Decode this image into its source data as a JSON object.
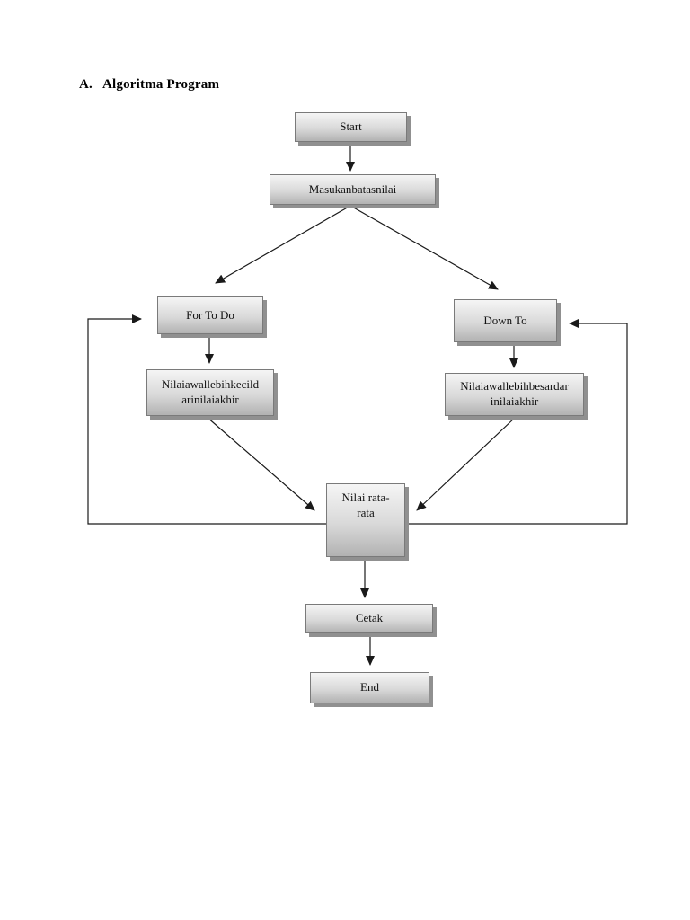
{
  "heading": {
    "numbering": "A.",
    "text": "Algoritma Program"
  },
  "flowchart": {
    "nodes": [
      {
        "id": "start",
        "lines": [
          "Start"
        ]
      },
      {
        "id": "masukan-batas-nilai",
        "lines": [
          "Masukanbatasnilai"
        ]
      },
      {
        "id": "for-to-do",
        "lines": [
          "For To Do"
        ]
      },
      {
        "id": "down-to",
        "lines": [
          "Down To"
        ]
      },
      {
        "id": "nilai-awal-lebih-kecil",
        "lines": [
          "Nilaiawallebihkecild",
          "arinilaiakhir"
        ]
      },
      {
        "id": "nilai-awal-lebih-besar",
        "lines": [
          "Nilaiawallebihbesardar",
          "inilaiakhir"
        ]
      },
      {
        "id": "nilai-rata-rata",
        "lines": [
          "Nilai rata-",
          "rata"
        ]
      },
      {
        "id": "cetak",
        "lines": [
          "Cetak"
        ]
      },
      {
        "id": "end",
        "lines": [
          "End"
        ]
      }
    ],
    "edges": [
      {
        "from": "start",
        "to": "masukan-batas-nilai",
        "type": "straight"
      },
      {
        "from": "masukan-batas-nilai",
        "to": "for-to-do",
        "type": "diagonal"
      },
      {
        "from": "masukan-batas-nilai",
        "to": "down-to",
        "type": "diagonal"
      },
      {
        "from": "for-to-do",
        "to": "nilai-awal-lebih-kecil",
        "type": "straight"
      },
      {
        "from": "down-to",
        "to": "nilai-awal-lebih-besar",
        "type": "straight"
      },
      {
        "from": "nilai-awal-lebih-kecil",
        "to": "nilai-rata-rata",
        "type": "diagonal"
      },
      {
        "from": "nilai-awal-lebih-besar",
        "to": "nilai-rata-rata",
        "type": "diagonal"
      },
      {
        "from": "nilai-rata-rata",
        "to": "cetak",
        "type": "straight"
      },
      {
        "from": "cetak",
        "to": "end",
        "type": "straight"
      },
      {
        "from": "nilai-rata-rata",
        "to": "for-to-do",
        "type": "loop-left"
      },
      {
        "from": "nilai-rata-rata",
        "to": "down-to",
        "type": "loop-right"
      }
    ]
  },
  "colors": {
    "page_background": "#ffffff",
    "box_gradient_top": "#f5f5f5",
    "box_gradient_mid": "#d9d9d9",
    "box_gradient_bottom": "#b2b2b2",
    "box_border": "#7a7a7a",
    "box_drop_shadow": "#909090",
    "arrow_line": "#1a1a1a",
    "text": "#111111"
  }
}
